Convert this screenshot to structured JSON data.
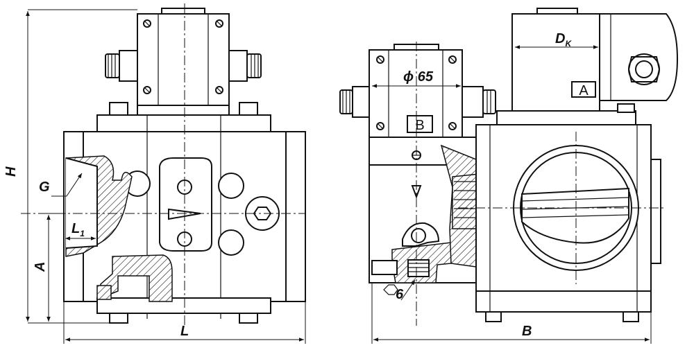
{
  "dimensions": {
    "H": "H",
    "G": "G",
    "L1_main": "L",
    "L1_sub": "1",
    "A": "A",
    "L": "L",
    "Dk_main": "D",
    "Dk_sub": "K",
    "phi65": "ϕ 65",
    "hex6": "6",
    "B": "B"
  },
  "callouts": {
    "box_A": "A",
    "box_B": "B"
  },
  "icons": {
    "hex": "hexagon-icon",
    "arrow": "flow-arrow-icon"
  }
}
